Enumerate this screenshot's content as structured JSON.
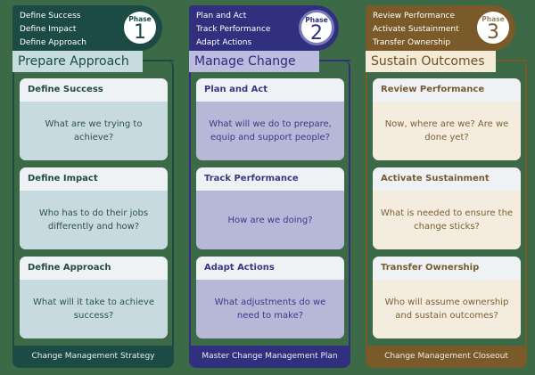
{
  "phases": [
    {
      "phase_label": "Phase",
      "number": "1",
      "activities": [
        "Define Success",
        "Define Impact",
        "Define Approach"
      ],
      "title": "Prepare Approach",
      "cards": [
        {
          "heading": "Define Success",
          "question": "What are we trying to achieve?"
        },
        {
          "heading": "Define Impact",
          "question": "Who has to do their jobs differently and how?"
        },
        {
          "heading": "Define Approach",
          "question": "What will it take to achieve success?"
        }
      ],
      "footer": "Change Management Strategy",
      "color": "#1c4b45"
    },
    {
      "phase_label": "Phase",
      "number": "2",
      "activities": [
        "Plan and Act",
        "Track Performance",
        "Adapt Actions"
      ],
      "title": "Manage Change",
      "cards": [
        {
          "heading": "Plan and Act",
          "question": "What will we do to prepare, equip and support people?"
        },
        {
          "heading": "Track Performance",
          "question": "How are we doing?"
        },
        {
          "heading": "Adapt Actions",
          "question": "What adjustments do we need to make?"
        }
      ],
      "footer": "Master Change Management Plan",
      "color": "#31307f"
    },
    {
      "phase_label": "Phase",
      "number": "3",
      "activities": [
        "Review Performance",
        "Activate Sustainment",
        "Transfer Ownership"
      ],
      "title": "Sustain Outcomes",
      "cards": [
        {
          "heading": "Review Performance",
          "question": "Now, where are we? Are we done yet?"
        },
        {
          "heading": "Activate Sustainment",
          "question": "What is needed to ensure the change sticks?"
        },
        {
          "heading": "Transfer Ownership",
          "question": "Who will assume ownership and sustain outcomes?"
        }
      ],
      "footer": "Change Management Closeout",
      "color": "#7b5a2a"
    }
  ],
  "background_color": "#3c6a47"
}
